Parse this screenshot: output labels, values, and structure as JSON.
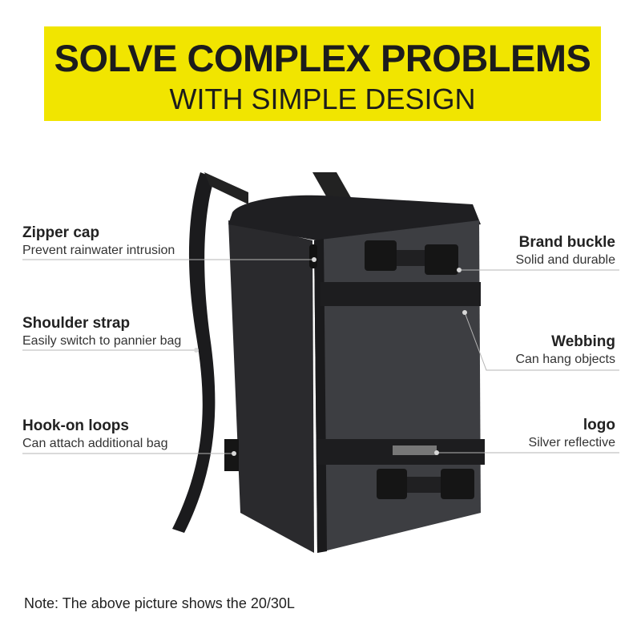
{
  "banner": {
    "title": "SOLVE COMPLEX PROBLEMS",
    "subtitle": "WITH SIMPLE DESIGN",
    "background_color": "#f1e500"
  },
  "features_left": [
    {
      "title": "Zipper cap",
      "description": "Prevent rainwater intrusion"
    },
    {
      "title": "Shoulder strap",
      "description": "Easily switch to pannier bag"
    },
    {
      "title": "Hook-on loops",
      "description": "Can attach additional bag"
    }
  ],
  "features_right": [
    {
      "title": "Brand buckle",
      "description": "Solid and durable"
    },
    {
      "title": "Webbing",
      "description": "Can hang objects"
    },
    {
      "title": "logo",
      "description": "Silver reflective"
    }
  ],
  "note": "Note: The above picture shows the 20/30L"
}
